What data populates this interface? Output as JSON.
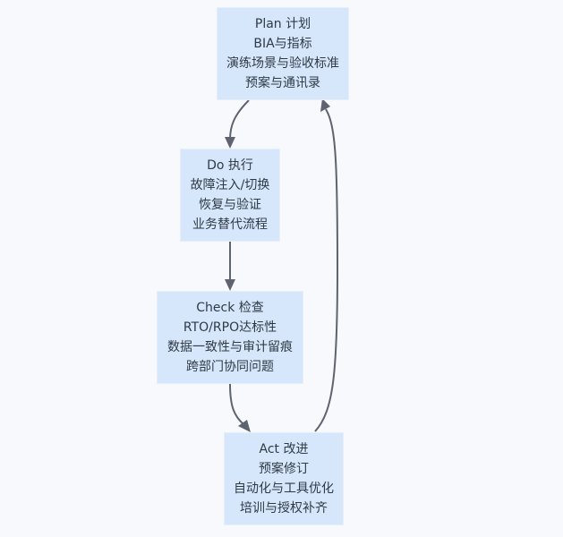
{
  "diagram": {
    "nodes": [
      {
        "id": "plan",
        "lines": [
          "Plan 计划",
          "BIA与指标",
          "演练场景与验收标准",
          "预案与通讯录"
        ]
      },
      {
        "id": "do",
        "lines": [
          "Do 执行",
          "故障注入/切换",
          "恢复与验证",
          "业务替代流程"
        ]
      },
      {
        "id": "check",
        "lines": [
          "Check 检查",
          "RTO/RPO达标性",
          "数据一致性与审计留痕",
          "跨部门协同问题"
        ]
      },
      {
        "id": "act",
        "lines": [
          "Act 改进",
          "预案修订",
          "自动化与工具优化",
          "培训与授权补齐"
        ]
      }
    ],
    "edges": [
      {
        "from": "plan",
        "to": "do"
      },
      {
        "from": "do",
        "to": "check"
      },
      {
        "from": "check",
        "to": "act"
      },
      {
        "from": "act",
        "to": "plan"
      }
    ],
    "colors": {
      "node_fill": "#d6e6fb",
      "edge": "#5d6470",
      "text": "#2f3a46",
      "background": "#f7f9fc"
    }
  }
}
